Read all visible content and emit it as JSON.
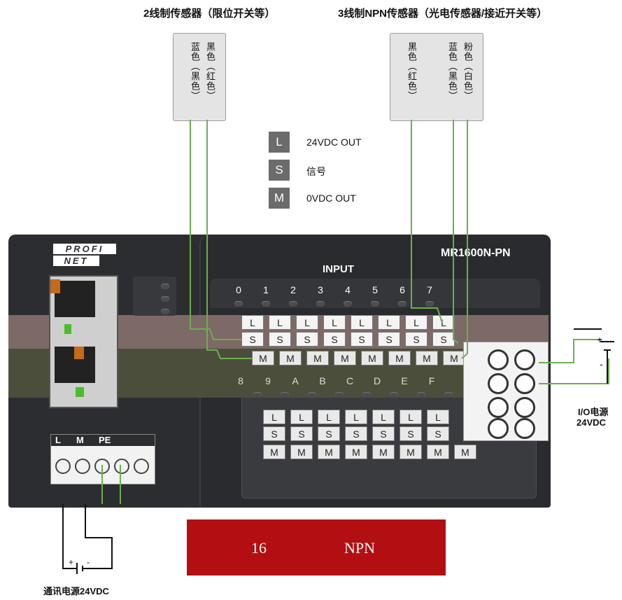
{
  "titles": {
    "two_wire": "2线制传感器（限位开关等）",
    "three_wire": "3线制NPN传感器（光电传感器/接近开关等）"
  },
  "sensor2": {
    "wire1": "黑色（红色）",
    "wire2": "蓝色（黑色）"
  },
  "sensor3": {
    "wire1": "黑色（红色）",
    "wire2": "粉色（白色）",
    "wire3": "蓝色（黑色）"
  },
  "legend": [
    {
      "key": "L",
      "text": "24VDC OUT"
    },
    {
      "key": "S",
      "text": "信号"
    },
    {
      "key": "M",
      "text": "0VDC OUT"
    }
  ],
  "device": {
    "logo_top": "PROFI",
    "logo_bottom": "NET",
    "model": "MR1600N-PN",
    "input_label": "INPUT",
    "channels_top": [
      "0",
      "1",
      "2",
      "3",
      "4",
      "5",
      "6",
      "7"
    ],
    "channels_bottom": [
      "8",
      "9",
      "A",
      "B",
      "C",
      "D",
      "E",
      "F"
    ],
    "power_terminals": [
      "L",
      "M",
      "PE"
    ]
  },
  "terminal_letters": {
    "L": "L",
    "S": "S",
    "M": "M"
  },
  "power_labels": {
    "io_line1": "I/O电源",
    "io_line2": "24VDC",
    "comm": "通讯电源24VDC"
  },
  "battery": {
    "plus": "+",
    "minus": "-"
  },
  "banner": {
    "left": "16",
    "right": "NPN"
  },
  "colors": {
    "wire": "#6ab04c",
    "banner": "#b30f12",
    "device": "#2c2d30",
    "legend_box": "#6b6b6b"
  }
}
